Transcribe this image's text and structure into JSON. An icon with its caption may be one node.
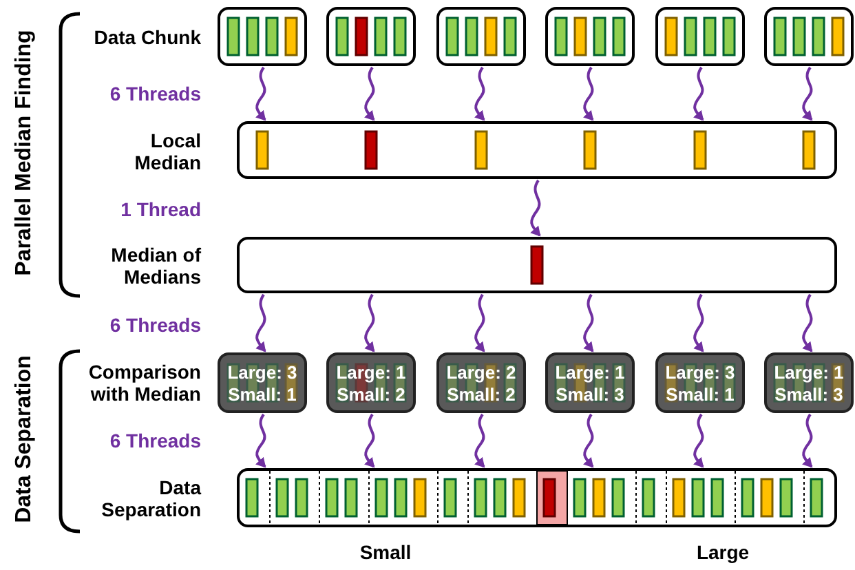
{
  "diagram": {
    "nodes": [
      {
        "text": [],
        "shape": "box"
      },
      {
        "text": [],
        "shape": "box"
      },
      {
        "text": [],
        "shape": "box"
      },
      {
        "text": [],
        "shape": "box"
      },
      {
        "text": [],
        "shape": "box"
      },
      {
        "text": [],
        "shape": "box"
      },
      {
        "text": [],
        "shape": "box"
      },
      {
        "text": [],
        "shape": "box"
      },
      {
        "text": [
          "Large: 3",
          "Small: 1"
        ]
      },
      {
        "text": [
          "Large: 1",
          "Small: 2"
        ]
      },
      {
        "text": [
          "Large: 2",
          "Small: 2"
        ]
      },
      {
        "text": [
          "Large: 1",
          "Small: 3"
        ]
      },
      {
        "text": [
          "Large: 3",
          "Small: 1"
        ]
      },
      {
        "text": [
          "Large: 1",
          "Small: 3"
        ]
      },
      {
        "text": [],
        "shape": "box"
      }
    ],
    "edges": [
      {
        "from": 0,
        "to": 6,
        "arrow": "to"
      },
      {
        "from": 1,
        "to": 6,
        "arrow": "to"
      },
      {
        "from": 2,
        "to": 6,
        "arrow": "to"
      },
      {
        "from": 3,
        "to": 6,
        "arrow": "to"
      },
      {
        "from": 4,
        "to": 6,
        "arrow": "to"
      },
      {
        "from": 5,
        "to": 6,
        "arrow": "to"
      },
      {
        "from": 6,
        "to": 7,
        "arrow": "to"
      },
      {
        "from": 7,
        "to": 8,
        "arrow": "to"
      },
      {
        "from": 7,
        "to": 9,
        "arrow": "to"
      },
      {
        "from": 7,
        "to": 10,
        "arrow": "to"
      },
      {
        "from": 7,
        "to": 11,
        "arrow": "to"
      },
      {
        "from": 7,
        "to": 12,
        "arrow": "to"
      },
      {
        "from": 7,
        "to": 13,
        "arrow": "to"
      },
      {
        "from": 8,
        "to": 14,
        "arrow": "to"
      },
      {
        "from": 9,
        "to": 14,
        "arrow": "to"
      },
      {
        "from": 10,
        "to": 14,
        "arrow": "to"
      },
      {
        "from": 11,
        "to": 14,
        "arrow": "to"
      },
      {
        "from": 12,
        "to": 14,
        "arrow": "to"
      },
      {
        "from": 13,
        "to": 14,
        "arrow": "to"
      }
    ],
    "labels": [
      "Parallel Median Finding",
      "Data Chunk",
      "6 Threads",
      "Local Median",
      "1 Thread",
      "Median of Medians",
      "6 Threads",
      "Data Separation",
      "Comparison with Median",
      "6 Threads",
      "Data Separation",
      "Small",
      "Large"
    ]
  }
}
